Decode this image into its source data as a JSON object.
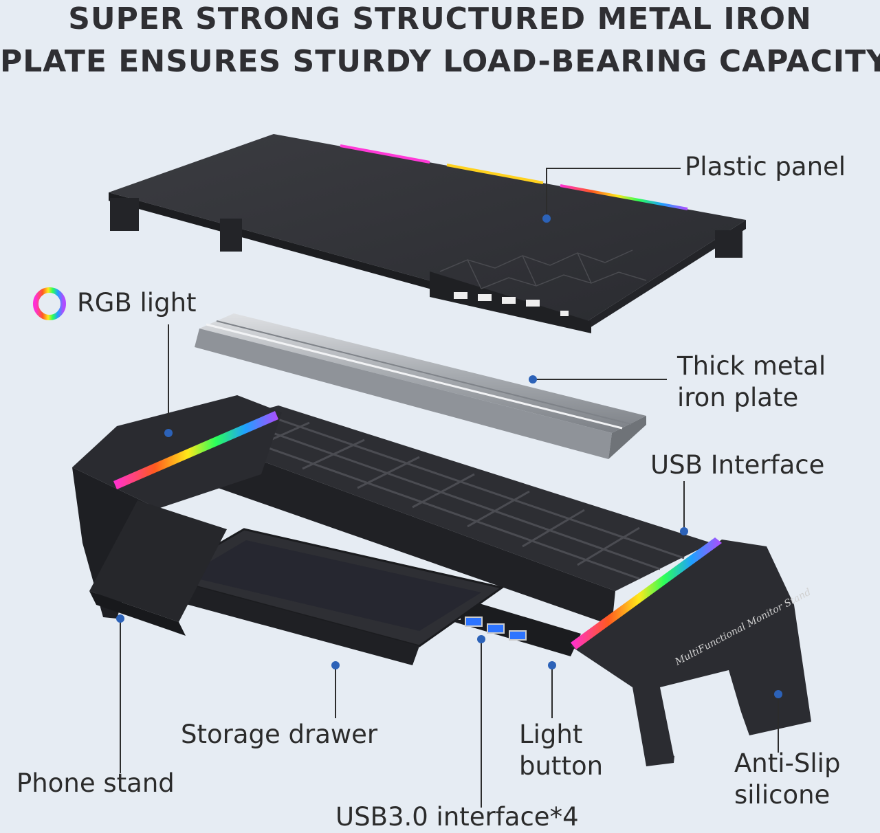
{
  "headline": {
    "line1": "SUPER STRONG STRUCTURED METAL IRON",
    "line2": "PLATE ENSURES STURDY LOAD-BEARING CAPACITY"
  },
  "callouts": {
    "plastic_panel": "Plastic panel",
    "rgb_light": "RGB light",
    "metal_plate_line1": "Thick metal",
    "metal_plate_line2": "iron plate",
    "usb_interface": "USB Interface",
    "storage_drawer": "Storage drawer",
    "light_button_line1": "Light",
    "light_button_line2": "button",
    "anti_slip_line1": "Anti-Slip",
    "anti_slip_line2": "silicone",
    "phone_stand": "Phone stand",
    "usb3_ports": "USB3.0 interface*4"
  },
  "product_print": "MultiFunctional Monitor Stand",
  "colors": {
    "background": "#e6ecf3",
    "product_black": "#2a2b2f",
    "leader_line": "#2c62b8",
    "metal_plate": "#b9bcc0"
  }
}
